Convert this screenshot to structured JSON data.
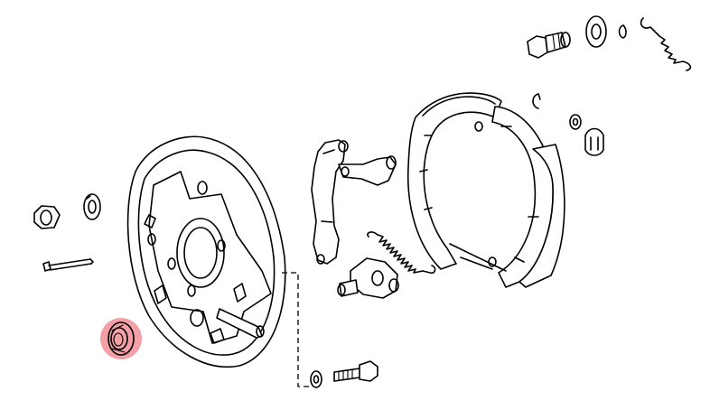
{
  "diagram": {
    "type": "exploded-parts-view",
    "highlight_color": "#e8505b",
    "highlighted_part": "grease-cap",
    "parts": [
      "backing-plate",
      "grease-cap",
      "nut",
      "lock-washer",
      "retaining-bolt",
      "lower-bolt",
      "lower-washer",
      "parking-brake-lever",
      "adjuster-assembly",
      "adjuster-spring",
      "brake-shoe-front",
      "brake-shoe-rear",
      "upper-stud",
      "star-washer",
      "clip",
      "return-spring",
      "hold-down-clip",
      "retainer-cup",
      "small-clip"
    ]
  }
}
